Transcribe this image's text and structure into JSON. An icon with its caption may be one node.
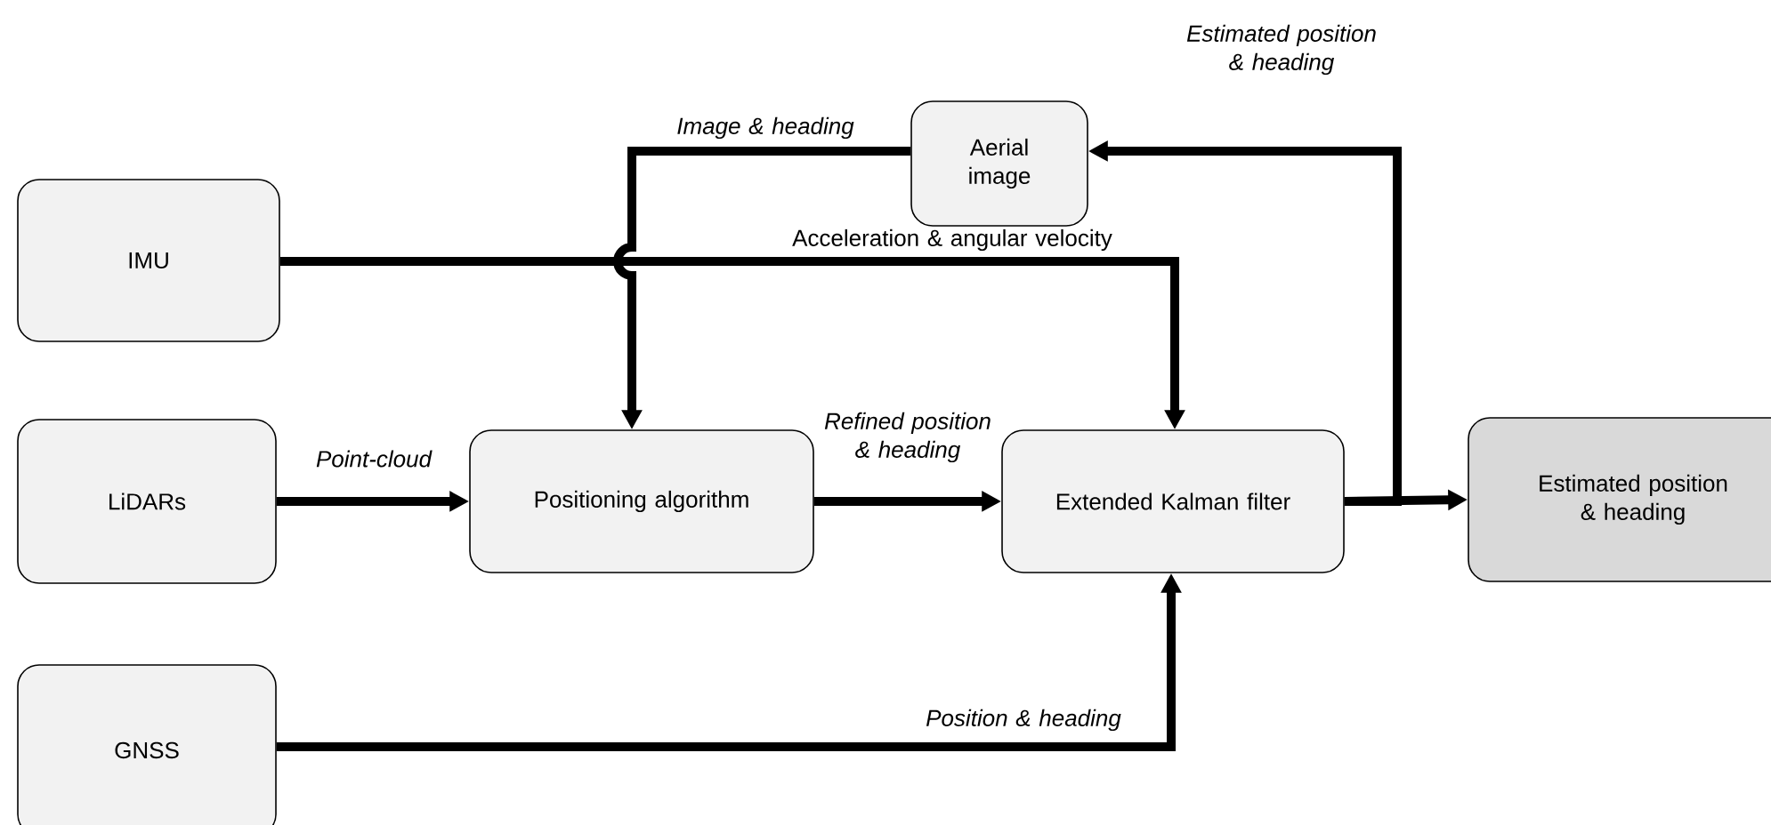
{
  "diagram": {
    "nodes": [
      {
        "text": [
          "Aerial image"
        ]
      },
      {
        "text": [
          "IMU"
        ]
      },
      {
        "text": [
          "LiDARs"
        ]
      },
      {
        "text": [
          "Positioning algorithm"
        ]
      },
      {
        "text": [
          "Extended Kalman filter"
        ]
      },
      {
        "text": [
          "Estimated position & heading"
        ]
      },
      {
        "text": [
          "GNSS"
        ]
      }
    ],
    "edges": [
      {
        "from": 0,
        "to": 3,
        "arrow": "to",
        "label": "Image & heading"
      },
      {
        "from": 1,
        "to": 4,
        "arrow": "to",
        "label": "Acceleration & angular velocity"
      },
      {
        "from": 2,
        "to": 3,
        "arrow": "to",
        "label": "Point-cloud"
      },
      {
        "from": 3,
        "to": 4,
        "arrow": "to",
        "label": "Refined position & heading"
      },
      {
        "from": 4,
        "to": 5,
        "arrow": "to"
      },
      {
        "from": 4,
        "to": 0,
        "arrow": "to",
        "label": "Estimated position & heading"
      },
      {
        "from": 6,
        "to": 4,
        "arrow": "to",
        "label": "Position & heading"
      }
    ]
  }
}
